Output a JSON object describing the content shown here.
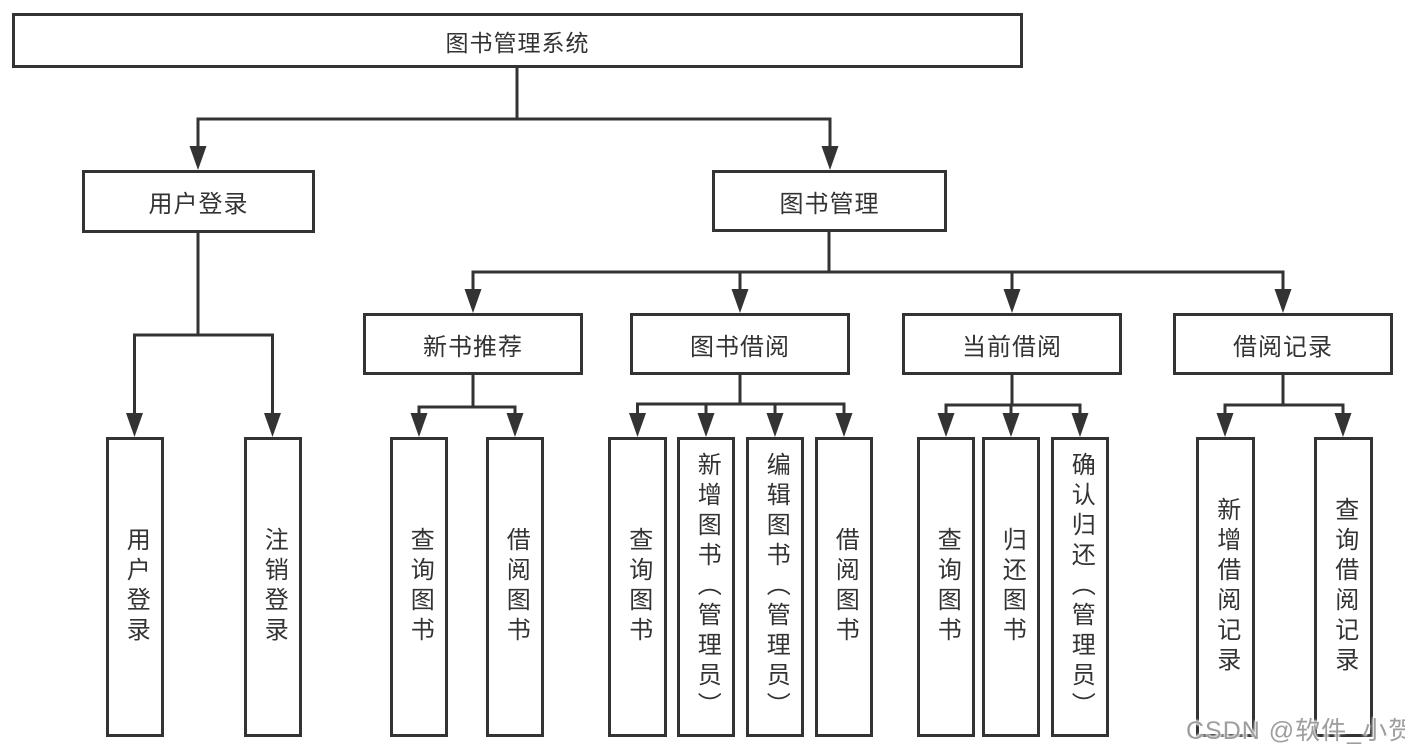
{
  "diagram_title": "图书管理系统",
  "nodes": {
    "root": {
      "label": "图书管理系统"
    },
    "level2": [
      {
        "label": "用户登录"
      },
      {
        "label": "图书管理"
      }
    ],
    "level3": [
      {
        "label": "新书推荐"
      },
      {
        "label": "图书借阅"
      },
      {
        "label": "当前借阅"
      },
      {
        "label": "借阅记录"
      }
    ],
    "leaves": {
      "userLogin": [
        {
          "label": "用户登录"
        },
        {
          "label": "注销登录"
        }
      ],
      "newBooks": [
        {
          "label": "查询图书"
        },
        {
          "label": "借阅图书"
        }
      ],
      "bookBorrow": [
        {
          "label": "查询图书"
        },
        {
          "label": "新增图书（管理员）"
        },
        {
          "label": "编辑图书（管理员）"
        },
        {
          "label": "借阅图书"
        }
      ],
      "currentBorrow": [
        {
          "label": "查询图书"
        },
        {
          "label": "归还图书"
        },
        {
          "label": "确认归还（管理员）"
        }
      ],
      "borrowRecords": [
        {
          "label": "新增借阅记录"
        },
        {
          "label": "查询借阅记录"
        }
      ]
    }
  },
  "watermark": {
    "text": "CSDN @软件_小贺同学"
  },
  "colors": {
    "line": "#333333",
    "text": "#333333",
    "box_background": "#ffffff",
    "watermark": "#9e9e9e"
  }
}
